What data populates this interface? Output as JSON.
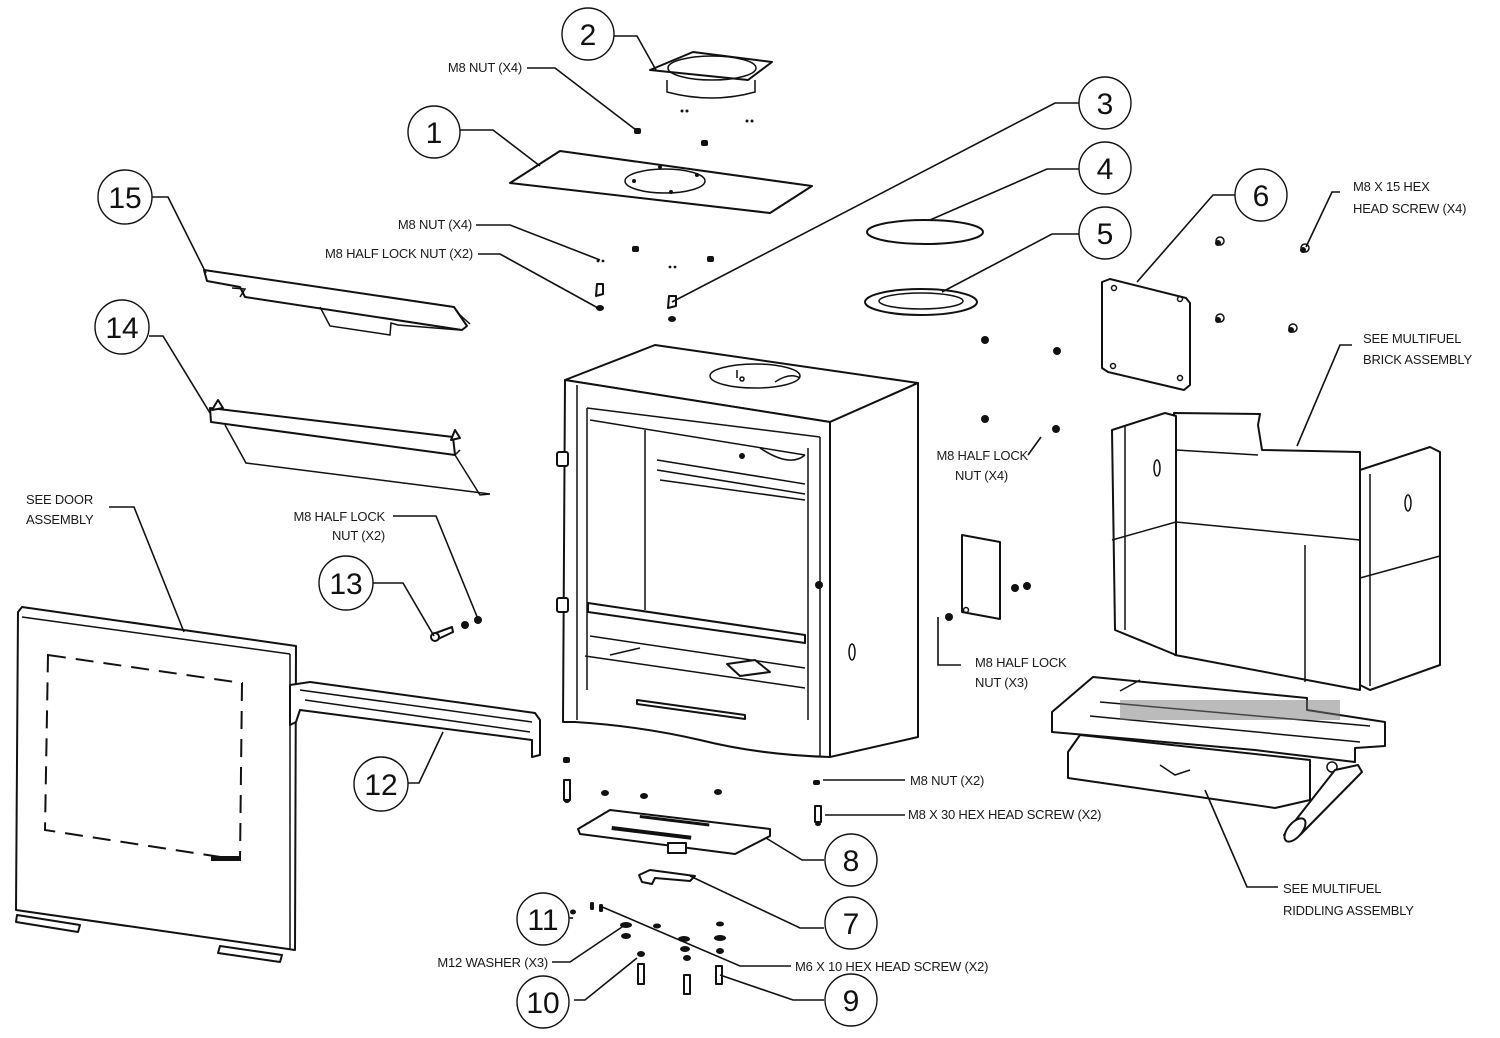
{
  "title": "Stove exploded parts diagram",
  "callouts": [
    {
      "id": "1",
      "label": "1"
    },
    {
      "id": "2",
      "label": "2"
    },
    {
      "id": "3",
      "label": "3"
    },
    {
      "id": "4",
      "label": "4"
    },
    {
      "id": "5",
      "label": "5"
    },
    {
      "id": "6",
      "label": "6"
    },
    {
      "id": "7",
      "label": "7"
    },
    {
      "id": "8",
      "label": "8"
    },
    {
      "id": "9",
      "label": "9"
    },
    {
      "id": "10",
      "label": "10"
    },
    {
      "id": "11",
      "label": "11"
    },
    {
      "id": "12",
      "label": "12"
    },
    {
      "id": "13",
      "label": "13"
    },
    {
      "id": "14",
      "label": "14"
    },
    {
      "id": "15",
      "label": "15"
    }
  ],
  "annotations": {
    "m8_nut_x4_top": "M8 NUT (X4)",
    "m8_nut_x4_mid": "M8 NUT (X4)",
    "m8_half_lock_nut_x2_top": "M8 HALF LOCK NUT (X2)",
    "m8_x15_line1": "M8 X 15 HEX",
    "m8_x15_line2": "HEAD SCREW (X4)",
    "brick_line1": "SEE MULTIFUEL",
    "brick_line2": "BRICK ASSEMBLY",
    "half_lock_x4_line1": "M8 HALF LOCK",
    "half_lock_x4_line2": "NUT (X4)",
    "door_line1": "SEE DOOR",
    "door_line2": "ASSEMBLY",
    "half_lock_x2_line1": "M8 HALF LOCK",
    "half_lock_x2_line2": "NUT (X2)",
    "half_lock_x3_line1": "M8 HALF LOCK",
    "half_lock_x3_line2": "NUT (X3)",
    "m8_nut_x2": "M8  NUT (X2)",
    "m8_x30": "M8 X 30 HEX HEAD SCREW (X2)",
    "riddling_line1": "SEE MULTIFUEL",
    "riddling_line2": "RIDDLING ASSEMBLY",
    "m6_x10": "M6 X 10 HEX HEAD SCREW (X2)",
    "m12_washer": "M12 WASHER (X3)"
  }
}
